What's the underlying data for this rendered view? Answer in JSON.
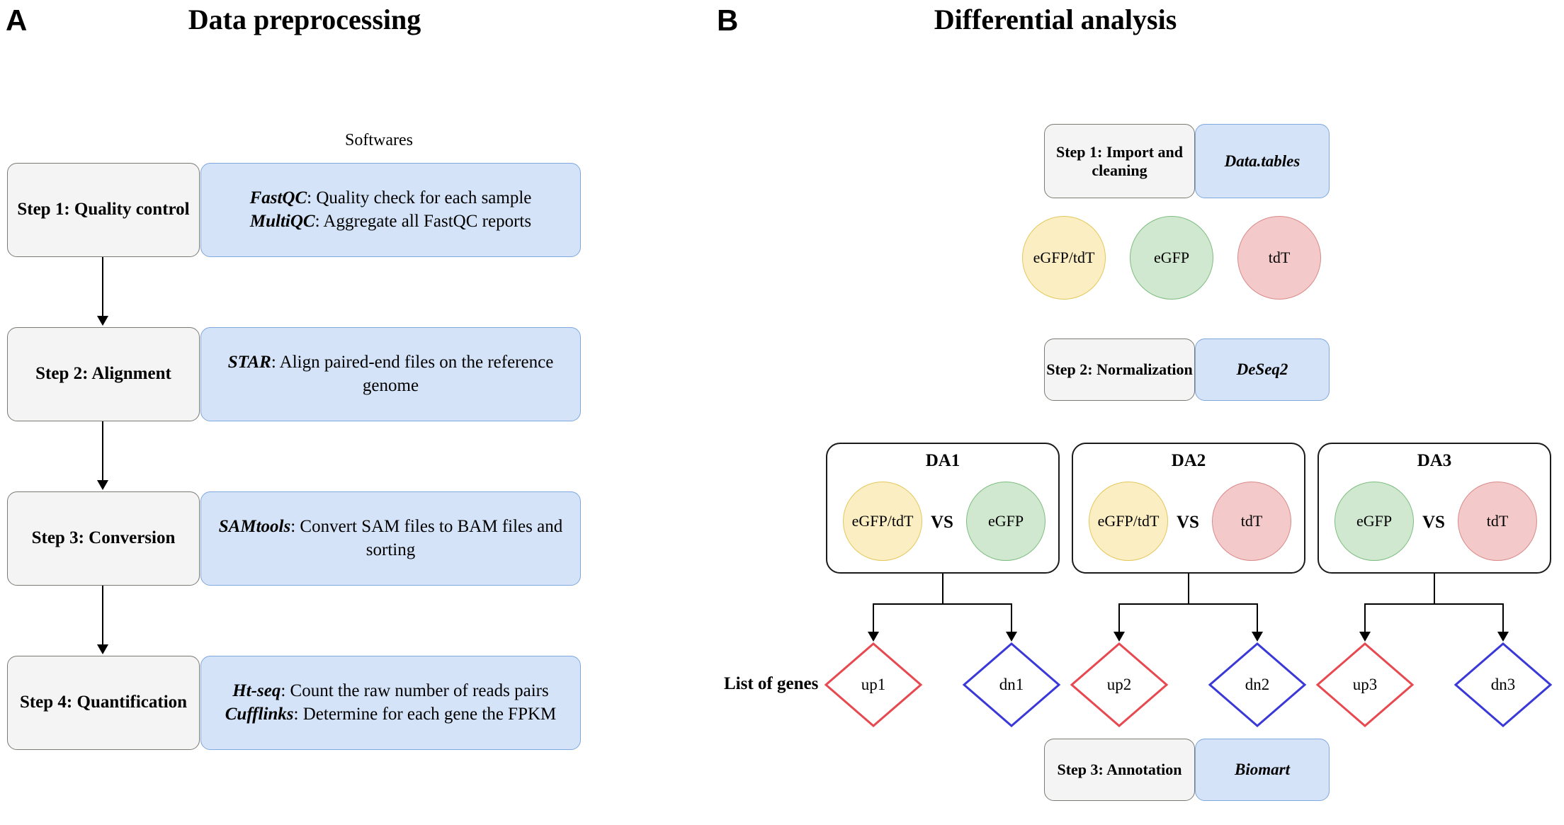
{
  "panels": {
    "a": {
      "letter": "A",
      "title": "Data preprocessing",
      "softwares_caption": "Softwares"
    },
    "b": {
      "letter": "B",
      "title": "Differential analysis"
    }
  },
  "preprocessing_steps": [
    {
      "step": "Step 1: Quality control",
      "software_lines": [
        {
          "name": "FastQC",
          "desc": ": Quality check for each sample"
        },
        {
          "name": "MultiQC",
          "desc": ": Aggregate all FastQC reports"
        }
      ]
    },
    {
      "step": "Step 2: Alignment",
      "software_lines": [
        {
          "name": "STAR",
          "desc": ": Align paired-end files on the reference genome"
        }
      ]
    },
    {
      "step": "Step 3: Conversion",
      "software_lines": [
        {
          "name": "SAMtools",
          "desc": ": Convert SAM files to BAM files and sorting"
        }
      ]
    },
    {
      "step": "Step 4: Quantification",
      "software_lines": [
        {
          "name": "Ht-seq",
          "desc": ": Count the raw number of reads pairs"
        },
        {
          "name": "Cufflinks",
          "desc": ": Determine for each gene the FPKM"
        }
      ]
    }
  ],
  "analysis_steps": [
    {
      "step": "Step 1: Import and cleaning",
      "software": "Data.tables"
    },
    {
      "step": "Step 2: Normalization",
      "software": "DeSeq2"
    },
    {
      "step": "Step 3: Annotation",
      "software": "Biomart"
    }
  ],
  "samples": [
    {
      "label": "eGFP/tdT",
      "color": "#fbeec2"
    },
    {
      "label": "eGFP",
      "color": "#cfe8cf"
    },
    {
      "label": "tdT",
      "color": "#f4c9c9"
    }
  ],
  "comparisons": [
    {
      "title": "DA1",
      "left": {
        "label": "eGFP/tdT",
        "color": "#fbeec2"
      },
      "operator": "VS",
      "right": {
        "label": "eGFP",
        "color": "#cfe8cf"
      },
      "up": "up1",
      "down": "dn1"
    },
    {
      "title": "DA2",
      "left": {
        "label": "eGFP/tdT",
        "color": "#fbeec2"
      },
      "operator": "VS",
      "right": {
        "label": "tdT",
        "color": "#f4c9c9"
      },
      "up": "up2",
      "down": "dn2"
    },
    {
      "title": "DA3",
      "left": {
        "label": "eGFP",
        "color": "#cfe8cf"
      },
      "operator": "VS",
      "right": {
        "label": "tdT",
        "color": "#f4c9c9"
      },
      "up": "up3",
      "down": "dn3"
    }
  ],
  "genes_label": "List of genes",
  "colors": {
    "up_border": "#e8484f",
    "down_border": "#3a38d8",
    "box_gray_fill": "#f4f4f4",
    "box_gray_border": "#7c7a73",
    "box_blue_fill": "#d4e3f7",
    "box_blue_border": "#7fa8dd",
    "da_border": "#1b1b1b"
  }
}
